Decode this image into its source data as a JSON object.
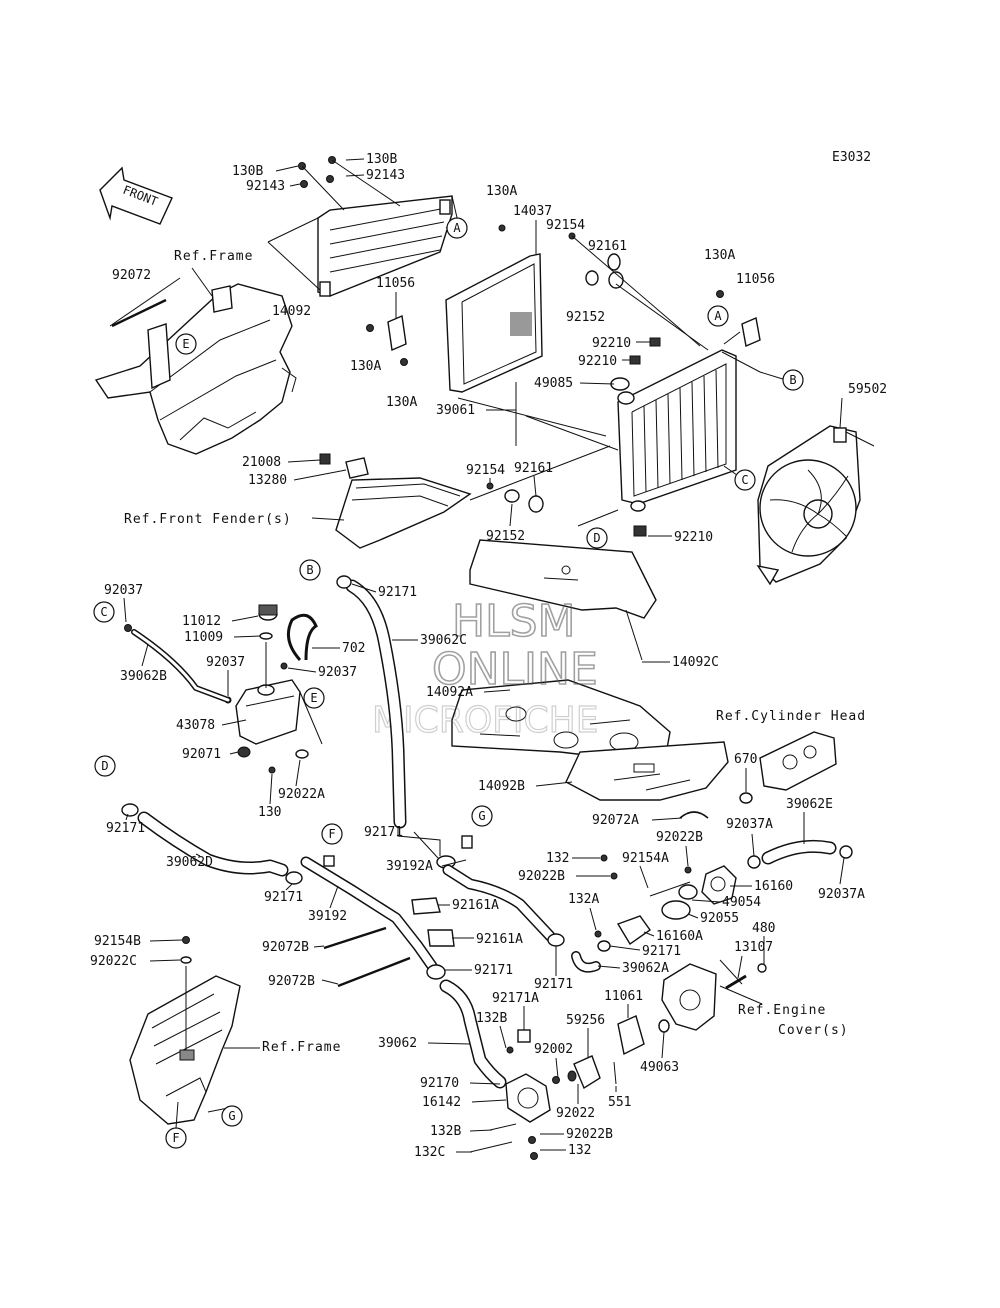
{
  "diagram_code": "E3032",
  "front_arrow_label": "FRONT",
  "watermark": {
    "line1": "HLSM",
    "line2": "ONLINE",
    "line3": "MICROFICHE"
  },
  "refs": {
    "frame_top": "Ref.Frame",
    "front_fender": "Ref.Front Fender(s)",
    "cylinder_head": "Ref.Cylinder Head",
    "engine_cover_1": "Ref.Engine",
    "engine_cover_2": "Cover(s)",
    "frame_bottom": "Ref.Frame"
  },
  "callouts": {
    "A": "A",
    "B": "B",
    "C": "C",
    "D": "D",
    "E": "E",
    "F": "F",
    "G": "G"
  },
  "labels": {
    "p130B_a": "130B",
    "p130B_b": "130B",
    "p92143_a": "92143",
    "p92143_b": "92143",
    "p130A_top": "130A",
    "p14037": "14037",
    "p92154_top": "92154",
    "p92161_top": "92161",
    "p130A_right": "130A",
    "p11056_right": "11056",
    "p92072": "92072",
    "p11056_mid": "11056",
    "p14092": "14092",
    "p92152_top": "92152",
    "p92210_a": "92210",
    "p92210_b": "92210",
    "p130A_m1": "130A",
    "p130A_m2": "130A",
    "p49085": "49085",
    "p59502": "59502",
    "p39061": "39061",
    "p92154_mid": "92154",
    "p92161_mid": "92161",
    "p21008": "21008",
    "p13280": "13280",
    "p92152_mid": "92152",
    "p92210_c": "92210",
    "p92171_top": "92171",
    "p92037_a": "92037",
    "p11012": "11012",
    "p11009": "11009",
    "p702": "702",
    "p39062C": "39062C",
    "p39062B": "39062B",
    "p92037_b": "92037",
    "p92037_c": "92037",
    "p14092C": "14092C",
    "p14092A": "14092A",
    "p43078": "43078",
    "p92071": "92071",
    "p92022A": "92022A",
    "p130_tank": "130",
    "p670": "670",
    "p39062E": "39062E",
    "p14092B": "14092B",
    "p92171_d": "92171",
    "p92171_mid": "92171",
    "p92072A": "92072A",
    "p92022B_a": "92022B",
    "p92037A_a": "92037A",
    "p39062D": "39062D",
    "p39192A": "39192A",
    "p132_a": "132",
    "p92154A": "92154A",
    "p92022B_b": "92022B",
    "p16160": "16160",
    "p92037A_b": "92037A",
    "p92171_f": "92171",
    "p39192": "39192",
    "p132A": "132A",
    "p49054": "49054",
    "p92161A_a": "92161A",
    "p92055": "92055",
    "p16160A": "16160A",
    "p92161A_b": "92161A",
    "p92171_g": "92171",
    "p92154B": "92154B",
    "p92072B_a": "92072B",
    "p92022C": "92022C",
    "p39062A": "39062A",
    "p13107": "13107",
    "p480": "480",
    "p92171_h": "92171",
    "p92171_i": "92171",
    "p92072B_b": "92072B",
    "p92171A": "92171A",
    "p11061": "11061",
    "p132B_a": "132B",
    "p59256": "59256",
    "p39062": "39062",
    "p92002": "92002",
    "p49063": "49063",
    "p92170": "92170",
    "p16142": "16142",
    "p92022": "92022",
    "p551": "551",
    "p132B_b": "132B",
    "p92022B_c": "92022B",
    "p132C": "132C",
    "p132_b": "132"
  }
}
